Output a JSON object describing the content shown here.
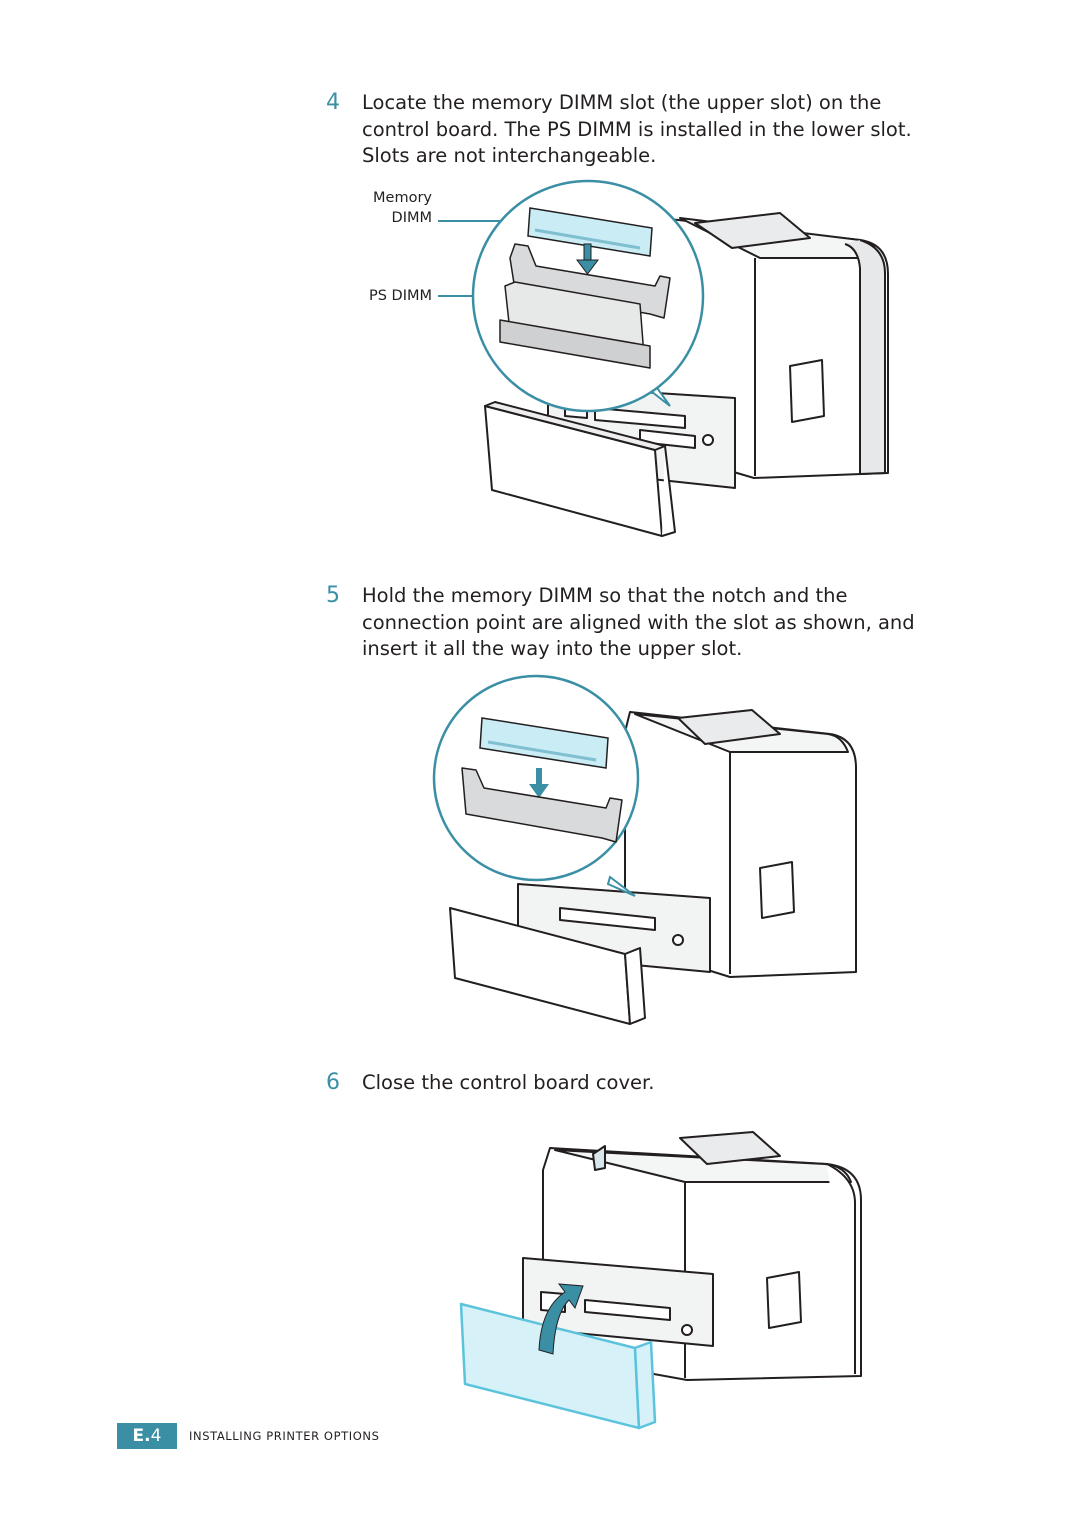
{
  "steps": [
    {
      "number": "4",
      "lines": [
        "Locate the memory DIMM slot (the upper slot) on the",
        "control board. The PS DIMM is installed in the lower slot.",
        "Slots are not interchangeable."
      ]
    },
    {
      "number": "5",
      "lines": [
        "Hold the memory DIMM so that the notch and the",
        "connection point are aligned with the slot as shown, and",
        "insert it all the way into the upper slot."
      ]
    },
    {
      "number": "6",
      "lines": [
        "Close the control board cover."
      ]
    }
  ],
  "figure1": {
    "label_memory_line1": "Memory",
    "label_memory_line2": "DIMM",
    "label_ps": "PS DIMM"
  },
  "footer": {
    "page_prefix": "E.",
    "page_number": "4",
    "section": "Installing Printer Options"
  },
  "colors": {
    "accent": "#3b8fa5",
    "highlight": "#5bc3dc",
    "highlight_fill": "#d6f2f8"
  }
}
